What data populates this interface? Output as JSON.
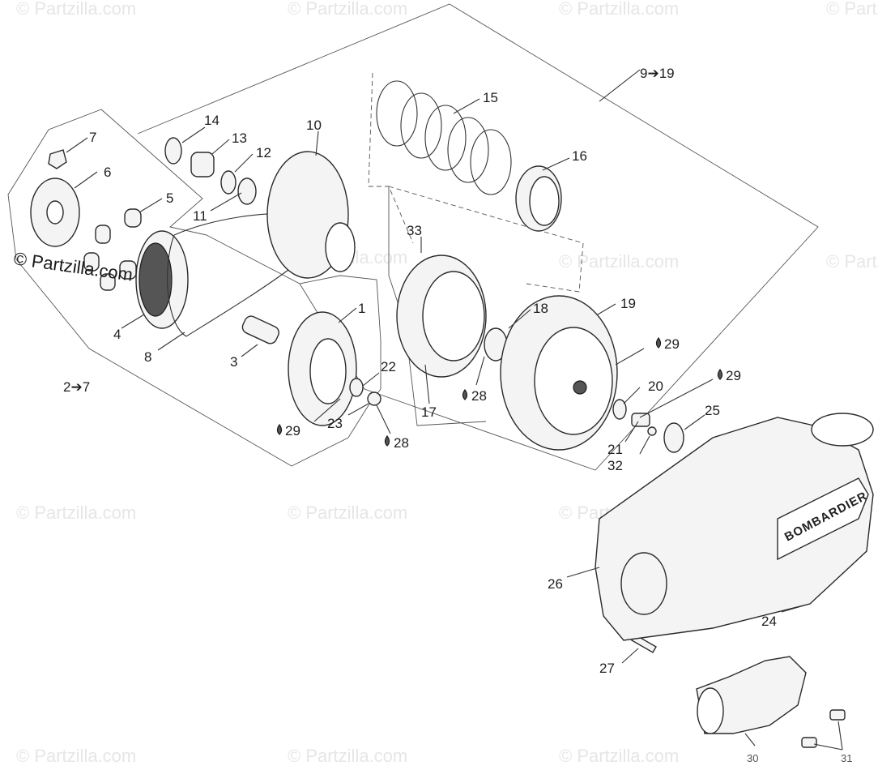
{
  "watermark": {
    "text": "© Partzilla.com",
    "copyright": "© Partzilla.com"
  },
  "callouts": {
    "c1": "1",
    "c2_7": "2➔7",
    "c3": "3",
    "c4": "4",
    "c5": "5",
    "c6": "6",
    "c7": "7",
    "c8": "8",
    "c9_19": "9➔19",
    "c10": "10",
    "c11": "11",
    "c12": "12",
    "c13": "13",
    "c14": "14",
    "c15": "15",
    "c16": "16",
    "c17": "17",
    "c18": "18",
    "c19": "19",
    "c20": "20",
    "c21": "21",
    "c22": "22",
    "c23": "23",
    "c24": "24",
    "c25": "25",
    "c26": "26",
    "c27": "27",
    "c30": "30",
    "c31": "31",
    "c32": "32",
    "c33": "33",
    "c28a": "28",
    "c28b": "28",
    "c29a": "29",
    "c29b": "29",
    "c29c": "29"
  },
  "cover_brand": "BOMBARDIER",
  "colors": {
    "line": "#333333",
    "watermark": "#e6e6e6"
  }
}
